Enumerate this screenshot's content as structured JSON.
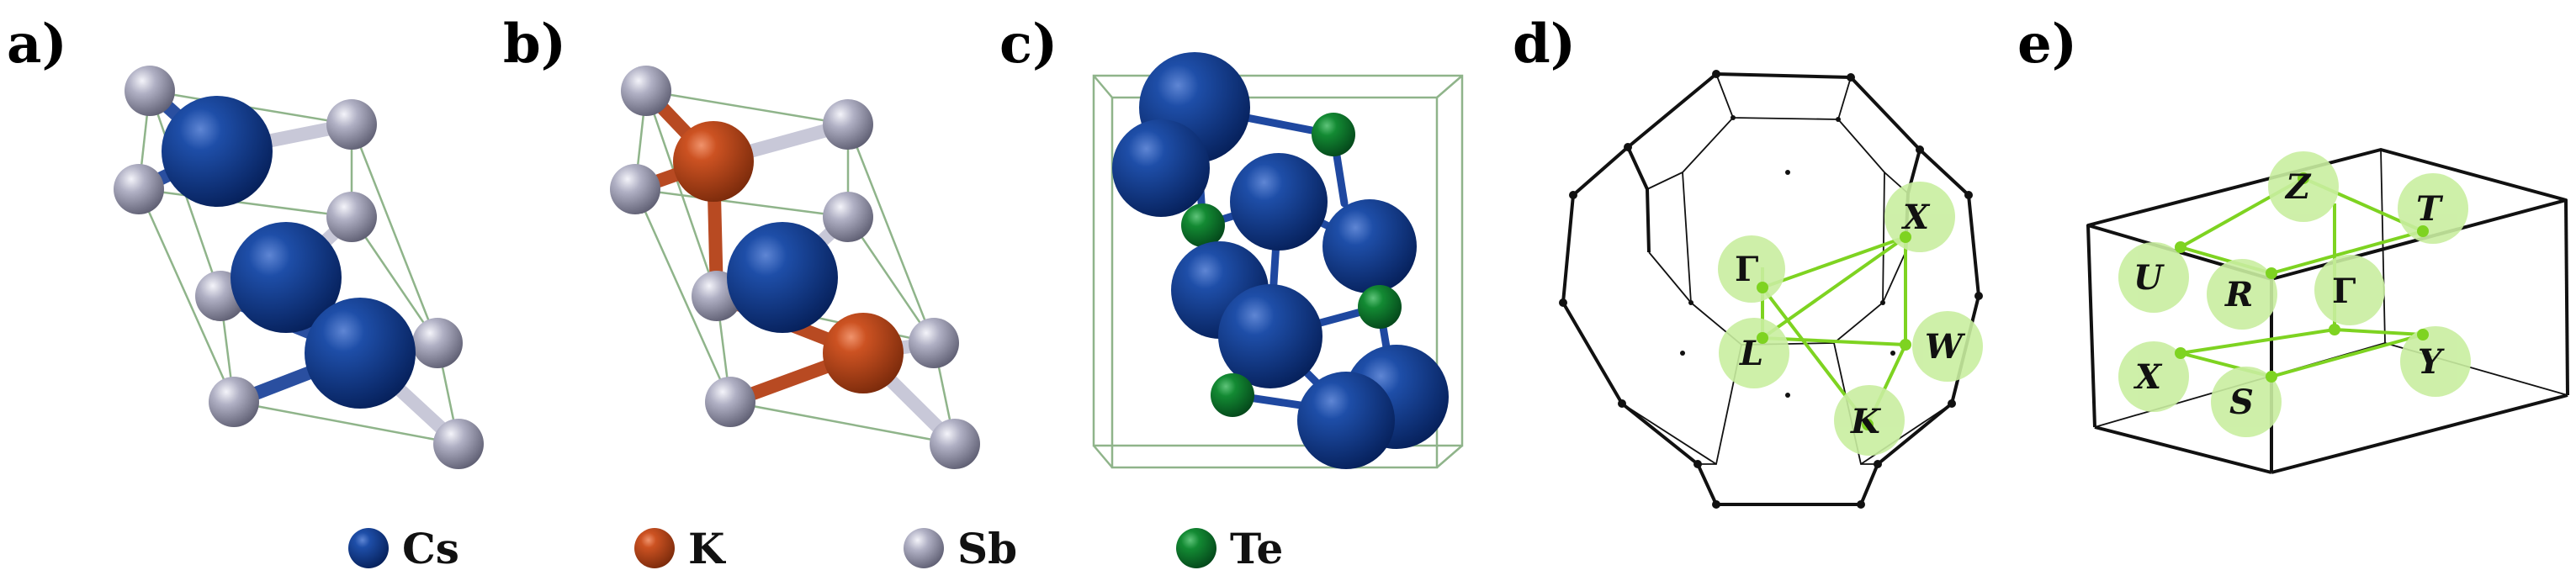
{
  "panels": [
    {
      "label": "a)"
    },
    {
      "label": "b)"
    },
    {
      "label": "c)"
    },
    {
      "label": "d)"
    },
    {
      "label": "e)"
    }
  ],
  "legend": [
    {
      "symbol": "Cs",
      "color": "#0d3a8a"
    },
    {
      "symbol": "K",
      "color": "#c2461c"
    },
    {
      "symbol": "Sb",
      "color": "#9a9ab0"
    },
    {
      "symbol": "Te",
      "color": "#0d7a28"
    }
  ],
  "kpoints_d": {
    "gamma": "Γ",
    "x": "X",
    "l": "L",
    "w": "W",
    "k": "K"
  },
  "kpoints_e": {
    "z": "Z",
    "t": "T",
    "u": "U",
    "r": "R",
    "gamma": "Γ",
    "x": "X",
    "s": "S",
    "y": "Y"
  },
  "colors": {
    "path": "#7ed321",
    "kpoint_fill": "#c9eea0",
    "cell_edge": "#8fb48a",
    "frame": "#111111"
  }
}
